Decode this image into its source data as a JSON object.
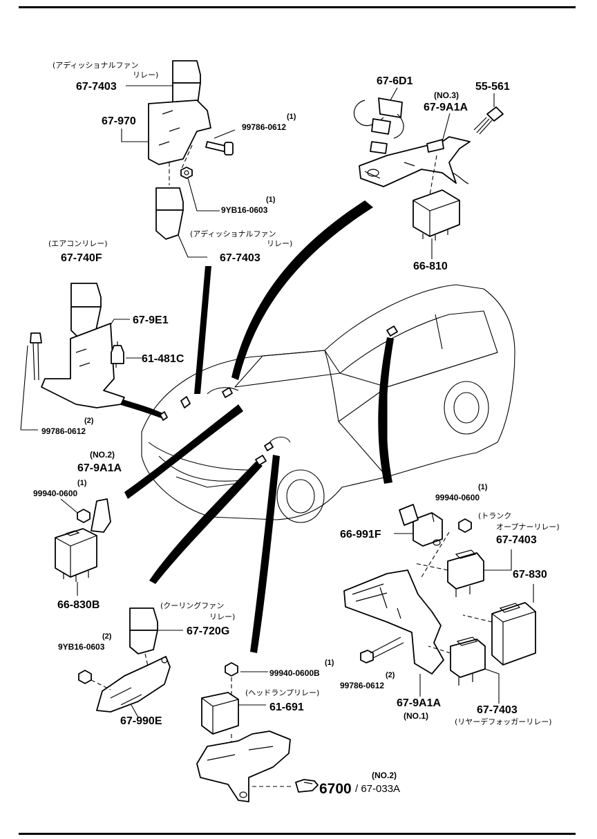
{
  "labels": {
    "p677403_a_note": "(アディッショナルファン",
    "p677403_a_note2": "リレー)",
    "p677403_a": "67-7403",
    "p67970": "67-970",
    "p99786_0612_a_qty": "(1)",
    "p99786_0612_a": "99786-0612",
    "p9yb16_0603_a_qty": "(1)",
    "p9yb16_0603_a": "9YB16-0603",
    "p677403_b_note": "(アディッショナルファン",
    "p677403_b_note2": "リレー)",
    "p677403_b": "67-7403",
    "p67740f_note": "(エアコンリレー)",
    "p67740f": "67-740F",
    "p679e1": "67-9E1",
    "p61481c": "61-481C",
    "p99786_0612_b_qty": "(2)",
    "p99786_0612_b": "99786-0612",
    "p676d1": "67-6D1",
    "p679a1a_no3_qty": "(NO.3)",
    "p679a1a_no3": "67-9A1A",
    "p55561": "55-561",
    "p66810": "66-810",
    "p679a1a_no2_qty": "(NO.2)",
    "p679a1a_no2": "67-9A1A",
    "p99940_0600_a_qty": "(1)",
    "p99940_0600_a": "99940-0600",
    "p66830b": "66-830B",
    "p677403_c_note": "(クーリングファン",
    "p677403_c_note2": "リレー)",
    "p67720g": "67-720G",
    "p9yb16_0603_b_qty": "(2)",
    "p9yb16_0603_b": "9YB16-0603",
    "p67990e": "67-990E",
    "p99940_0600b_qty": "(1)",
    "p99940_0600b": "99940-0600B",
    "p61691_note": "(ヘッドランプリレー)",
    "p61691": "61-691",
    "p6700_qty": "(NO.2)",
    "p6700": "6700",
    "p6700_ref": "/ 67-033A",
    "p99940_0600_c_qty": "(1)",
    "p99940_0600_c": "99940-0600",
    "p66991f": "66-991F",
    "p677403_d_note": "(トランク",
    "p677403_d_note2": "オープナーリレー)",
    "p677403_d": "67-7403",
    "p67830": "67-830",
    "p99786_0612_c": "99786-0612",
    "p99786_0612_c_qty": "(2)",
    "p679a1a_no1": "67-9A1A",
    "p679a1a_no1_qty": "(NO.1)",
    "p677403_e": "67-7403",
    "p677403_e_note": "(リヤーデフォッガーリレー)"
  },
  "icons": {
    "pointing_hand": "pointing-hand-icon"
  }
}
